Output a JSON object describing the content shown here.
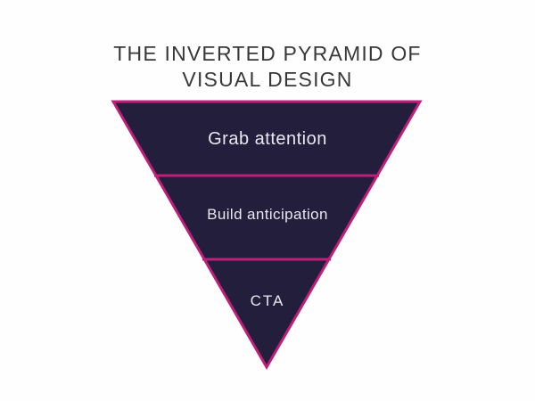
{
  "title": {
    "lines": [
      "THE INVERTED PYRAMID OF",
      "VISUAL DESIGN"
    ]
  },
  "pyramid": {
    "type": "inverted-pyramid",
    "levels": [
      {
        "label": "Grab attention"
      },
      {
        "label": "Build anticipation"
      },
      {
        "label": "CTA"
      }
    ]
  },
  "colors": {
    "background": "#FEFEFE",
    "pyramid_fill": "#231E3C",
    "pyramid_border": "#C01E7B",
    "title_text": "#383838",
    "pyramid_text": "#EAE8EE"
  }
}
